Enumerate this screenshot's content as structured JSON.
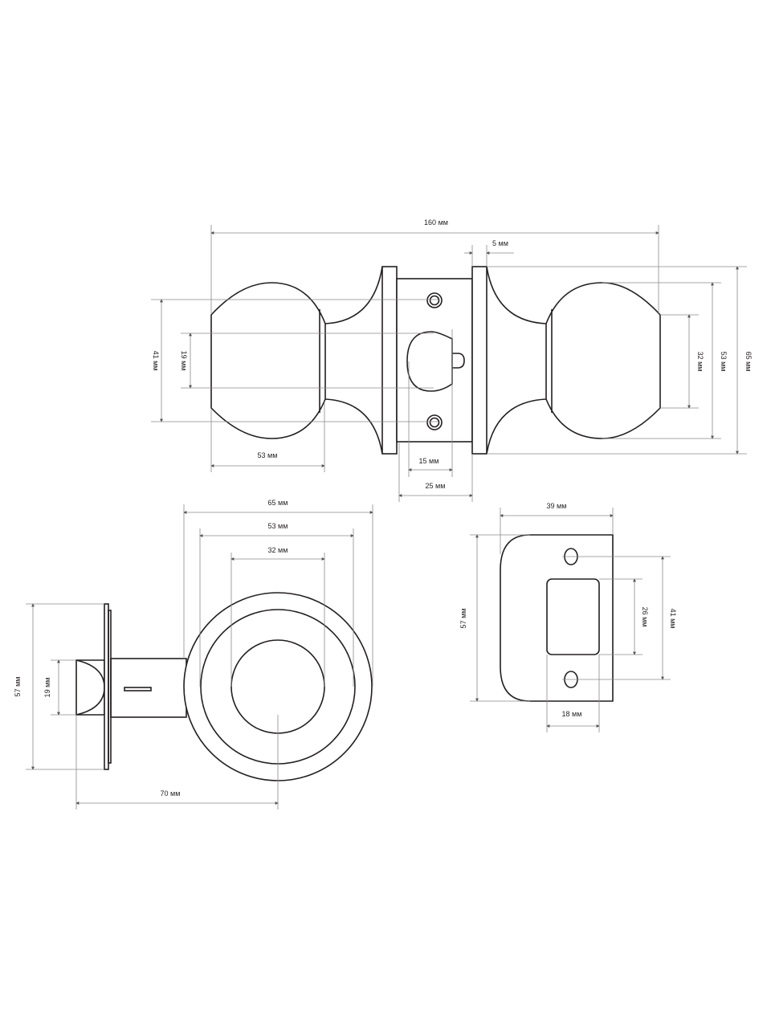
{
  "top_view": {
    "overall_length": "160 мм",
    "rosette_thickness": "5 мм",
    "knob_height": "41 мм",
    "neck_height": "19 мм",
    "knob_length": "53 мм",
    "latch_hole": "15 мм",
    "body_width": "25 мм",
    "knob_face": "32 мм",
    "knob_diameter": "53 мм",
    "rosette_diameter": "65 мм"
  },
  "side_view": {
    "rosette_diameter": "65 мм",
    "knob_diameter": "53 мм",
    "face_diameter": "32 мм",
    "plate_height": "57 мм",
    "bolt_height": "19 мм",
    "backset": "70 мм"
  },
  "strike_plate": {
    "width": "39 мм",
    "height": "57 мм",
    "opening_height": "26 мм",
    "screw_spacing": "41 мм",
    "opening_width": "18 мм"
  }
}
